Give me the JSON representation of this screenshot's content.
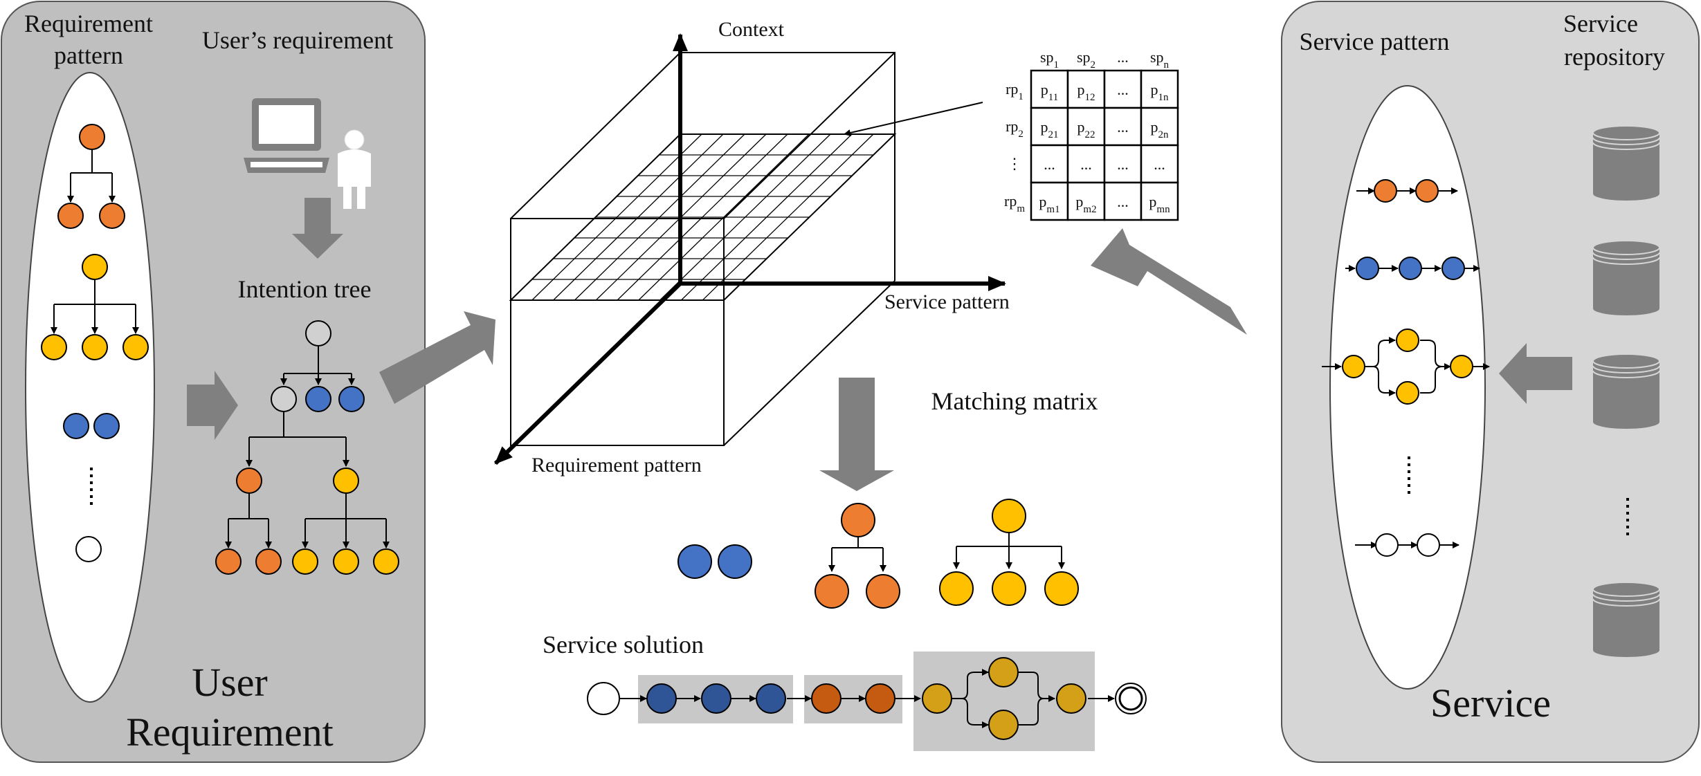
{
  "panels": {
    "left": {
      "requirement_pattern": [
        "Requirement",
        "pattern"
      ],
      "users_requirement": "User’s requirement",
      "intention_tree": "Intention tree",
      "footer": [
        "User",
        "Requirement"
      ]
    },
    "center": {
      "context_axis": "Context",
      "service_pattern_axis": "Service pattern",
      "requirement_pattern_axis": "Requirement pattern",
      "matching_matrix": "Matching matrix",
      "service_solution": "Service solution"
    },
    "right": {
      "service_pattern": "Service pattern",
      "service_repository": [
        "Service",
        "repository"
      ],
      "footer": "Service"
    }
  },
  "matrix": {
    "col_headers": [
      {
        "base": "sp",
        "sub": "1"
      },
      {
        "base": "sp",
        "sub": "2"
      },
      {
        "base": "...",
        "sub": ""
      },
      {
        "base": "sp",
        "sub": "n"
      }
    ],
    "row_headers": [
      {
        "base": "rp",
        "sub": "1"
      },
      {
        "base": "rp",
        "sub": "2"
      },
      {
        "base": "⋮",
        "sub": ""
      },
      {
        "base": "rp",
        "sub": "m"
      }
    ],
    "cells": [
      [
        {
          "base": "p",
          "sub": "11"
        },
        {
          "base": "p",
          "sub": "12"
        },
        {
          "base": "...",
          "sub": ""
        },
        {
          "base": "p",
          "sub": "1n"
        }
      ],
      [
        {
          "base": "p",
          "sub": "21"
        },
        {
          "base": "p",
          "sub": "22"
        },
        {
          "base": "...",
          "sub": ""
        },
        {
          "base": "p",
          "sub": "2n"
        }
      ],
      [
        {
          "base": "...",
          "sub": ""
        },
        {
          "base": "...",
          "sub": ""
        },
        {
          "base": "...",
          "sub": ""
        },
        {
          "base": "...",
          "sub": ""
        }
      ],
      [
        {
          "base": "p",
          "sub": "m1"
        },
        {
          "base": "p",
          "sub": "m2"
        },
        {
          "base": "...",
          "sub": ""
        },
        {
          "base": "p",
          "sub": "mn"
        }
      ]
    ]
  },
  "colors": {
    "panel_left": "#bfbfbf",
    "panel_right": "#d6d6d6",
    "arrow": "#808080",
    "orange": "#ed7d31",
    "yellow": "#ffc000",
    "blue": "#4472c4",
    "white": "#ffffff",
    "gray_node": "#d0d0d0",
    "solution_blue": "#2f5597",
    "solution_orange": "#c55a11",
    "solution_yellow": "#d4a017",
    "solution_box": "#c8c8c8"
  },
  "icons": [
    "computer-icon",
    "person-icon",
    "database-icon"
  ]
}
